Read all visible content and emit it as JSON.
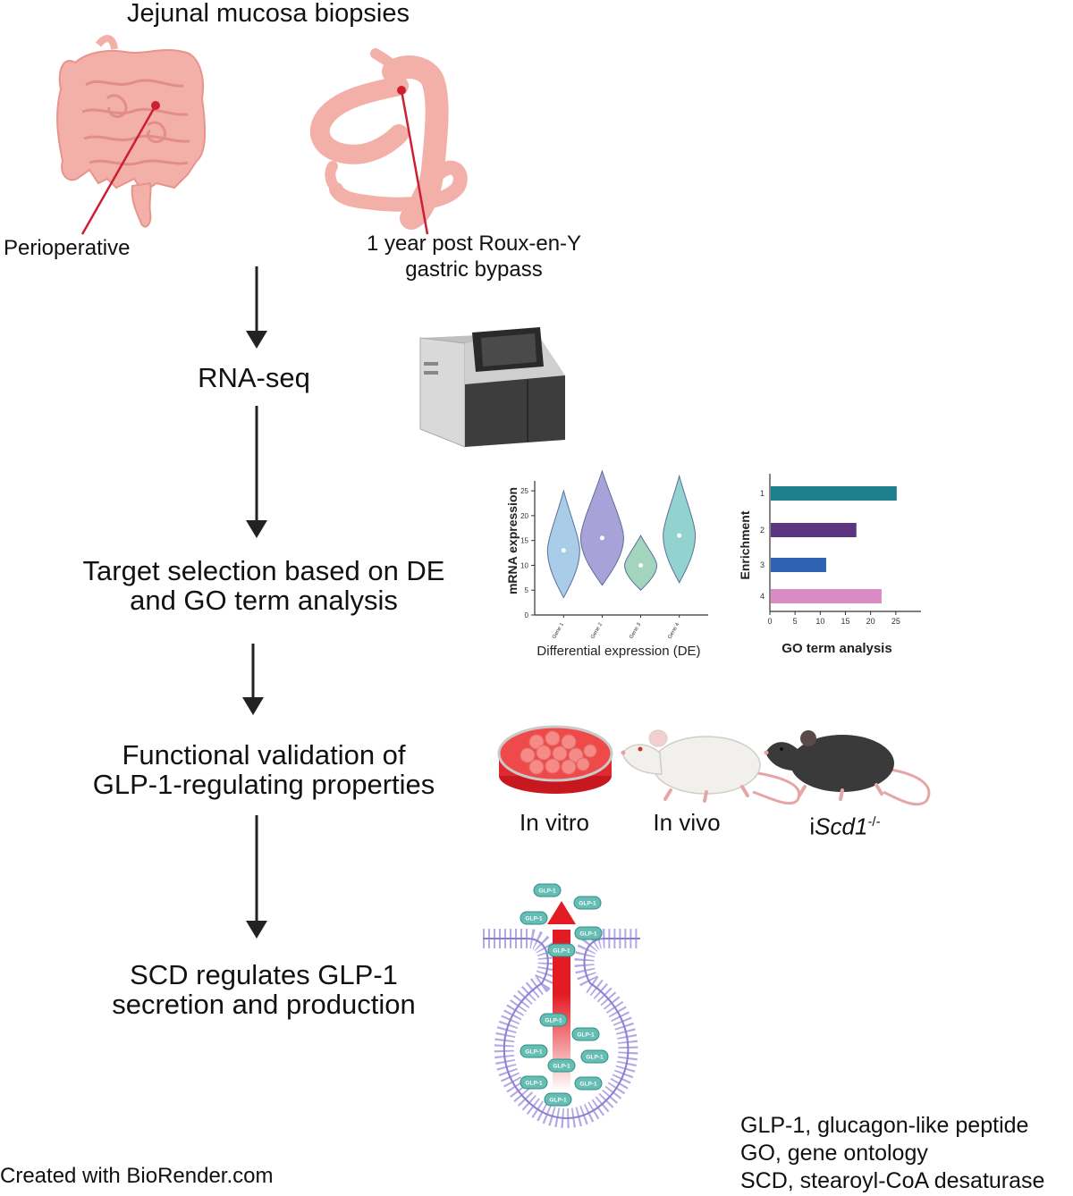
{
  "title": "Jejunal mucosa biopsies",
  "sites": {
    "left": "Perioperative",
    "right_line1": "1 year post Roux-en-Y",
    "right_line2": "gastric bypass"
  },
  "steps": [
    {
      "lines": [
        "RNA-seq"
      ]
    },
    {
      "lines": [
        "Target selection based on DE",
        "and GO term analysis"
      ]
    },
    {
      "lines": [
        "Functional validation of",
        "GLP-1-regulating properties"
      ]
    },
    {
      "lines": [
        "SCD regulates GLP-1",
        "secretion and production"
      ]
    }
  ],
  "models": {
    "in_vitro": "In vitro",
    "in_vivo": "In vivo",
    "knockout_prefix": "i",
    "knockout_gene": "Scd1",
    "knockout_sup": "-/-"
  },
  "vesicle": {
    "peptide_label": "GLP-1"
  },
  "abbreviations": [
    "GLP-1, glucagon-like peptide",
    "GO, gene ontology",
    "SCD, stearoyl-CoA desaturase"
  ],
  "credit": "Created with BioRender.com",
  "colors": {
    "organ": "#f2b0a8",
    "pointer": "#cc1f33",
    "teal": "#1b7f8c",
    "purple": "#5b357f",
    "blue": "#2d63b0",
    "pink": "#d98cc3",
    "violin_blue": "#a9cde8",
    "violin_purple": "#a9a2d9",
    "violin_green": "#a3d4bd",
    "violin_teal": "#93d3cf",
    "glp1": "#66bdb3",
    "arrow_red": "#e31b23"
  },
  "chart_data": [
    {
      "type": "violin",
      "xlabel": "Differential expression (DE)",
      "ylabel": "mRNA expression",
      "categories": [
        "Gene 1",
        "Gene 2",
        "Gene 3",
        "Gene 4"
      ],
      "medians": [
        13,
        15.5,
        10,
        16
      ],
      "ranges": [
        [
          3.5,
          25
        ],
        [
          6,
          29
        ],
        [
          5,
          16
        ],
        [
          6.5,
          28
        ]
      ],
      "ylim": [
        0,
        27
      ],
      "yticks": [
        0,
        5,
        10,
        15,
        20,
        25
      ],
      "colors": [
        "#a9cde8",
        "#a9a2d9",
        "#a3d4bd",
        "#93d3cf"
      ]
    },
    {
      "type": "bar",
      "orientation": "horizontal",
      "xlabel": "GO term analysis",
      "ylabel": "Enrichment",
      "categories": [
        "1",
        "2",
        "3",
        "4"
      ],
      "values": [
        25,
        17,
        11,
        22
      ],
      "xlim": [
        0,
        30
      ],
      "xticks": [
        0,
        5,
        10,
        15,
        20,
        25
      ],
      "colors": [
        "#1b7f8c",
        "#5b357f",
        "#2d63b0",
        "#d98cc3"
      ]
    }
  ]
}
